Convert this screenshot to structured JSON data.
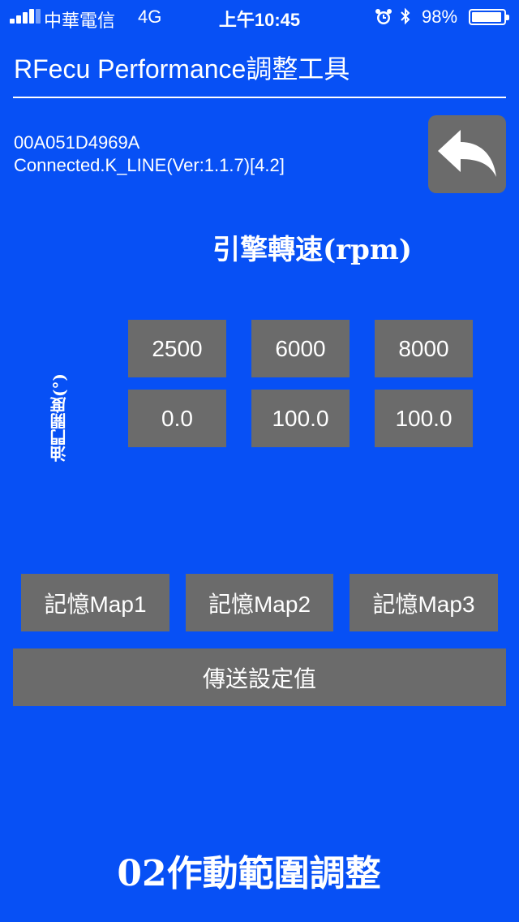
{
  "status_bar": {
    "carrier": "中華電信",
    "network": "4G",
    "time": "上午10:45",
    "battery": "98%"
  },
  "app": {
    "title": "RFecu Performance調整工具"
  },
  "device": {
    "id": "00A051D4969A",
    "connection": "Connected.K_LINE(Ver:1.1.7)[4.2]"
  },
  "grid": {
    "rpm_label": "引擎轉速(rpm)",
    "throttle_label": "油門開度(°)",
    "rpm_values": [
      "2500",
      "6000",
      "8000"
    ],
    "throttle_values": [
      "0.0",
      "100.0",
      "100.0"
    ]
  },
  "buttons": {
    "map1": "記憶Map1",
    "map2": "記憶Map2",
    "map3": "記憶Map3",
    "send": "傳送設定值"
  },
  "footer": {
    "title": "02作動範圍調整"
  },
  "colors": {
    "background": "#0750f5",
    "button": "#6b6b6b",
    "text": "#ffffff"
  }
}
